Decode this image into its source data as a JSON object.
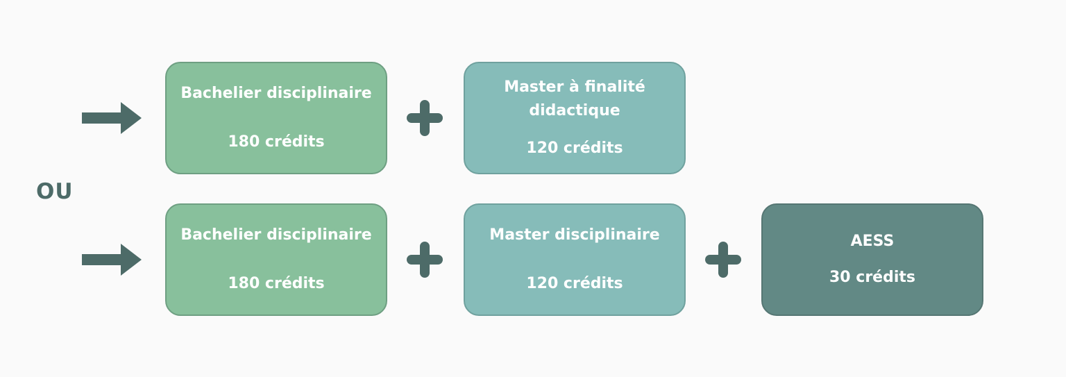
{
  "separator": "OU",
  "rows": [
    {
      "boxes": [
        {
          "title": "Bachelier disciplinaire",
          "credits": "180 crédits"
        },
        {
          "title": "Master à finalité didactique",
          "credits": "120 crédits"
        }
      ]
    },
    {
      "boxes": [
        {
          "title": "Bachelier disciplinaire",
          "credits": "180 crédits"
        },
        {
          "title": "Master disciplinaire",
          "credits": "120 crédits"
        },
        {
          "title": "AESS",
          "credits": "30 crédits"
        }
      ]
    }
  ],
  "colors": {
    "bachelier": "#88c09c",
    "master": "#86bcb9",
    "aess": "#628985",
    "symbol": "#4d6b68",
    "background": "#fafafa"
  },
  "icons": {
    "row_marker": "arrow-right-icon",
    "combine": "plus-icon"
  }
}
